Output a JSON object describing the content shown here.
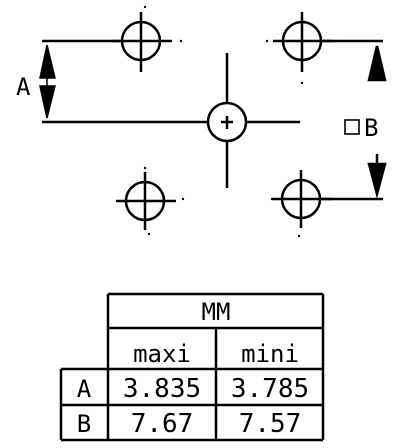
{
  "drawing": {
    "dimension_a_label": "A",
    "dimension_b_label": "B",
    "dimension_b_symbol": "□"
  },
  "table": {
    "unit_header": "MM",
    "columns": [
      "maxi",
      "mini"
    ],
    "rows": [
      {
        "label": "A",
        "maxi": "3.835",
        "mini": "3.785"
      },
      {
        "label": "B",
        "maxi": "7.67",
        "mini": "7.57"
      }
    ]
  }
}
